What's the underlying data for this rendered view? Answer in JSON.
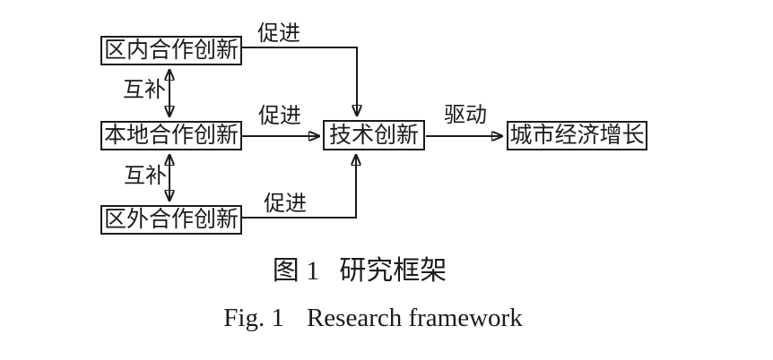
{
  "figure": {
    "nodes": {
      "intra_region": "区内合作创新",
      "local": "本地合作创新",
      "extra_region": "区外合作创新",
      "tech": "技术创新",
      "growth": "城市经济增长"
    },
    "edge_labels": {
      "promote_top": "促进",
      "promote_middle": "促进",
      "promote_bottom": "促进",
      "complement_upper": "互补",
      "complement_lower": "互补",
      "drive": "驱动"
    },
    "colors": {
      "ink": "#1b1b1b",
      "background": "#ffffff"
    }
  },
  "caption": {
    "zh_label": "图 1",
    "zh_title": "研究框架",
    "en_label": "Fig. 1",
    "en_title": "Research framework"
  }
}
